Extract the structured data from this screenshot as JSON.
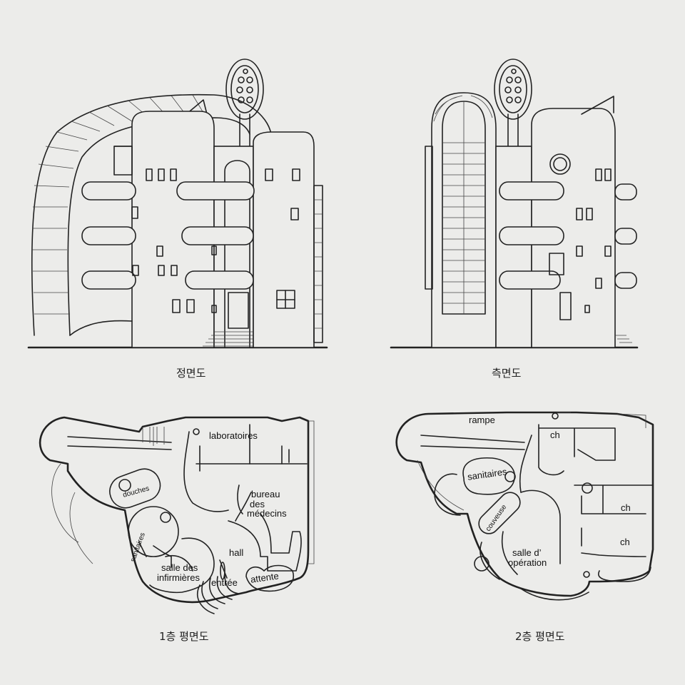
{
  "captions": {
    "front": "정면도",
    "side": "측면도",
    "floor1": "1층 평면도",
    "floor2": "2층 평면도"
  },
  "floor1_rooms": {
    "laboratoires": "laboratoires",
    "douches": "douches",
    "bureau_1": "bureau",
    "bureau_2": "des",
    "bureau_3": "médecins",
    "sanitaires": "sanitaires",
    "hall": "hall",
    "salle_1": "salle des",
    "salle_2": "infirmières",
    "entree": "entrée",
    "attente": "attente"
  },
  "floor2_rooms": {
    "rampe": "rampe",
    "ch_1": "ch",
    "sanitaires": "sanitaires",
    "couveuse": "couveuse",
    "ch_2": "ch",
    "ch_3": "ch",
    "operation_1": "salle d’",
    "operation_2": "opération"
  }
}
